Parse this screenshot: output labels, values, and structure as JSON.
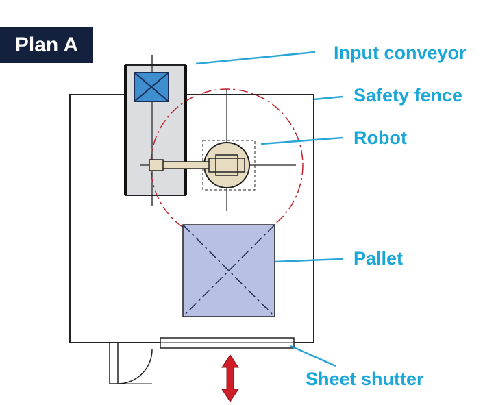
{
  "plan_label": "Plan A",
  "colors": {
    "label_text": "#1aa7d8",
    "leader_line": "#2aa6d6",
    "badge_bg": "#13213f",
    "fence": "#222222",
    "conveyor_fill": "#dcdde0",
    "workpiece_fill": "#3f8fd0",
    "robot_fill": "#e8dcc0",
    "pallet_fill": "#b8c0e4",
    "reach_circle": "#c0202a",
    "shutter_arrow": "#d01e28"
  },
  "labels": {
    "input_conveyor": "Input conveyor",
    "safety_fence": "Safety fence",
    "robot": "Robot",
    "pallet": "Pallet",
    "sheet_shutter": "Sheet shutter"
  },
  "icons": {
    "door": "swing-door-icon",
    "shutter_arrow": "double-arrow-icon"
  }
}
